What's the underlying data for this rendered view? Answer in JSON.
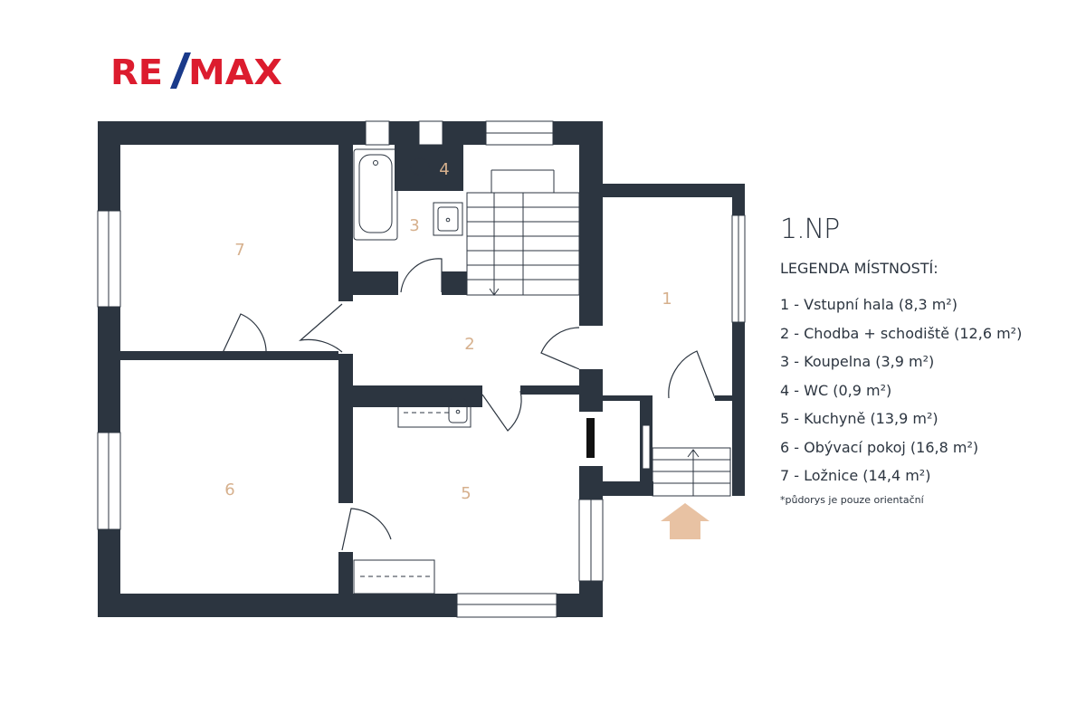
{
  "brand": {
    "logo_text": "RE/MAX",
    "colors": {
      "red": "#dc1c2e",
      "blue": "#1a3a8a"
    }
  },
  "colors": {
    "wall": "#2c3540",
    "label": "#d6b08d",
    "arrow": "#e8c2a3"
  },
  "floor": "1.NP",
  "legend_title": "LEGENDA MÍSTNOSTÍ:",
  "rooms": [
    {
      "number": "1",
      "text": "1 - Vstupní hala (8,3 m²)"
    },
    {
      "number": "2",
      "text": "2 - Chodba + schodiště (12,6 m²)"
    },
    {
      "number": "3",
      "text": "3 - Koupelna (3,9 m²)"
    },
    {
      "number": "4",
      "text": "4 - WC (0,9 m²)"
    },
    {
      "number": "5",
      "text": "5 - Kuchyně (13,9 m²)"
    },
    {
      "number": "6",
      "text": "6 - Obývací pokoj (16,8 m²)"
    },
    {
      "number": "7",
      "text": "7 - Ložnice (14,4 m²)"
    }
  ],
  "note": "*půdorys je pouze orientační"
}
